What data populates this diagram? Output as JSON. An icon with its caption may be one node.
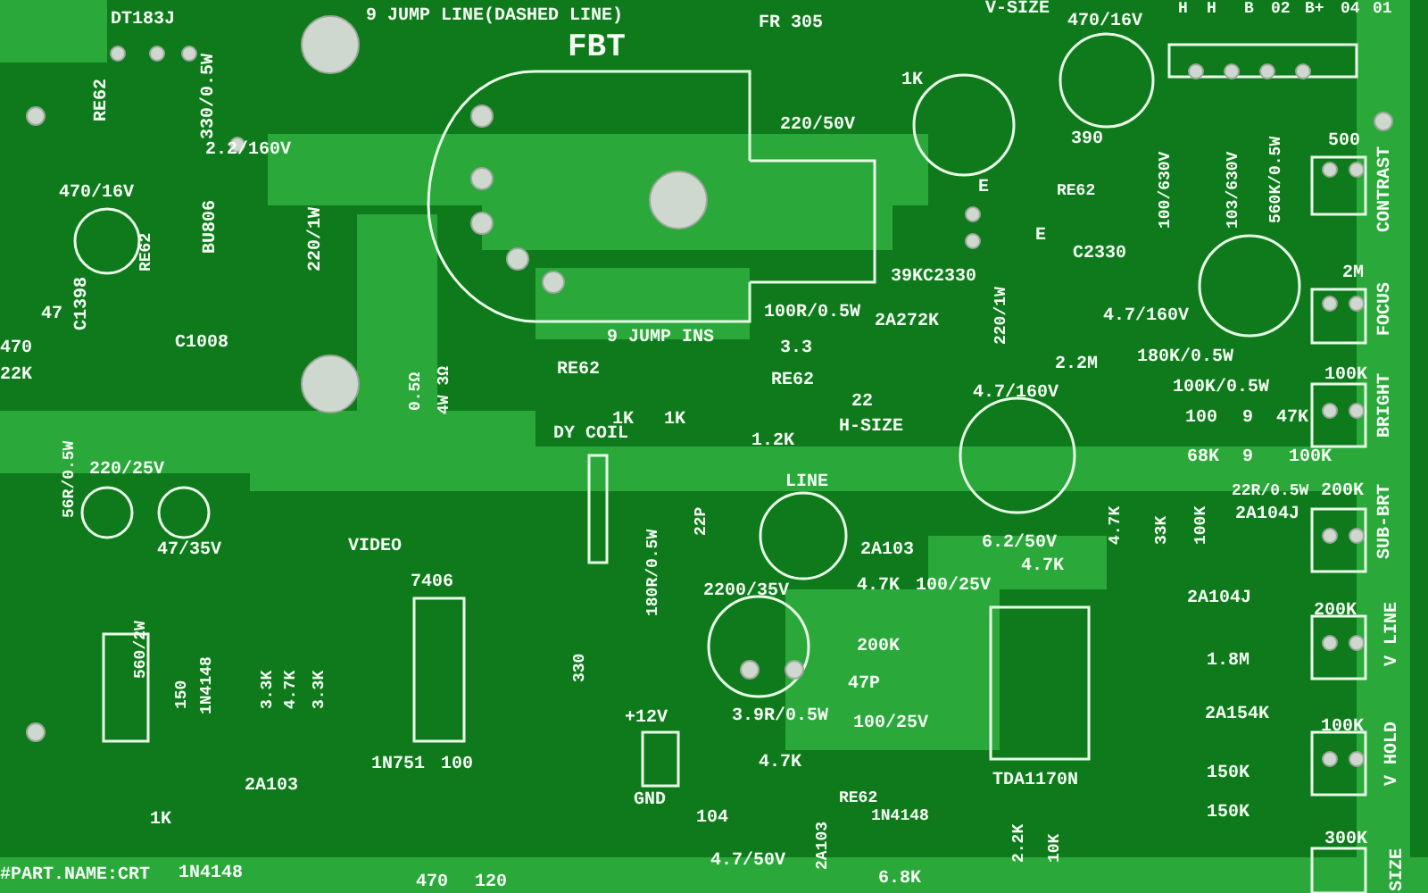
{
  "diagram": {
    "labels": [
      "DT183J",
      "9 JUMP LINE(DASHED LINE)",
      "FR 305",
      "FBT",
      "V-SIZE",
      "470/16V",
      "H",
      "H",
      "B",
      "02",
      "B+",
      "04",
      "01",
      "RE62",
      "330/0.5W",
      "2.2/160V",
      "220/50V",
      "1K",
      "390",
      "RE62",
      "100/630V",
      "103/630V",
      "560K/0.5W",
      "500",
      "CONTRAST",
      "470/16V",
      "RE62",
      "BU806",
      "220/1W",
      "C1398",
      "47",
      "C1008",
      "E",
      "E",
      "C2330",
      "39KC2330",
      "2A272K",
      "220/1W",
      "4.7/160V",
      "2M",
      "FOCUS",
      "100R/0.5W",
      "9 JUMP INS",
      "3.3",
      "RE62",
      "RE62",
      "470",
      "22K",
      "0.5Ω",
      "4W 3Ω",
      "22",
      "2.2M",
      "4.7/160V",
      "180K/0.5W",
      "100K/0.5W",
      "100",
      "9",
      "47K",
      "100K",
      "BRIGHT",
      "56R/0.5W",
      "220/25V",
      "47/35V",
      "VIDEO",
      "DY COIL",
      "1K",
      "1K",
      "1.2K",
      "H-SIZE",
      "22P",
      "LINE",
      "68K",
      "9",
      "100K",
      "22R/0.5W",
      "200K",
      "2A104J",
      "SUB-BRT",
      "6.2/50V",
      "4.7K",
      "4.7K",
      "33K",
      "100K",
      "2A103",
      "4.7K",
      "100/25V",
      "180R/0.5W",
      "2200/35V",
      "200K",
      "47P",
      "7406",
      "2A104J",
      "200K",
      "V LINE",
      "1.8M",
      "560/2W",
      "150",
      "1N4148",
      "3.3K",
      "4.7K",
      "3.3K",
      "330",
      "+12V",
      "GND",
      "3.9R/0.5W",
      "100/25V",
      "4.7K",
      "2A154K",
      "100K",
      "V HOLD",
      "104",
      "2A103",
      "4.7/50V",
      "RE62",
      "1N4148",
      "6.8K",
      "TDA1170N",
      "150K",
      "150K",
      "2.2K",
      "10K",
      "300K",
      "SIZE",
      "1K",
      "2A103",
      "1N751",
      "100",
      "#PART.NAME:CRT",
      "1N4148",
      "470",
      "120"
    ]
  }
}
